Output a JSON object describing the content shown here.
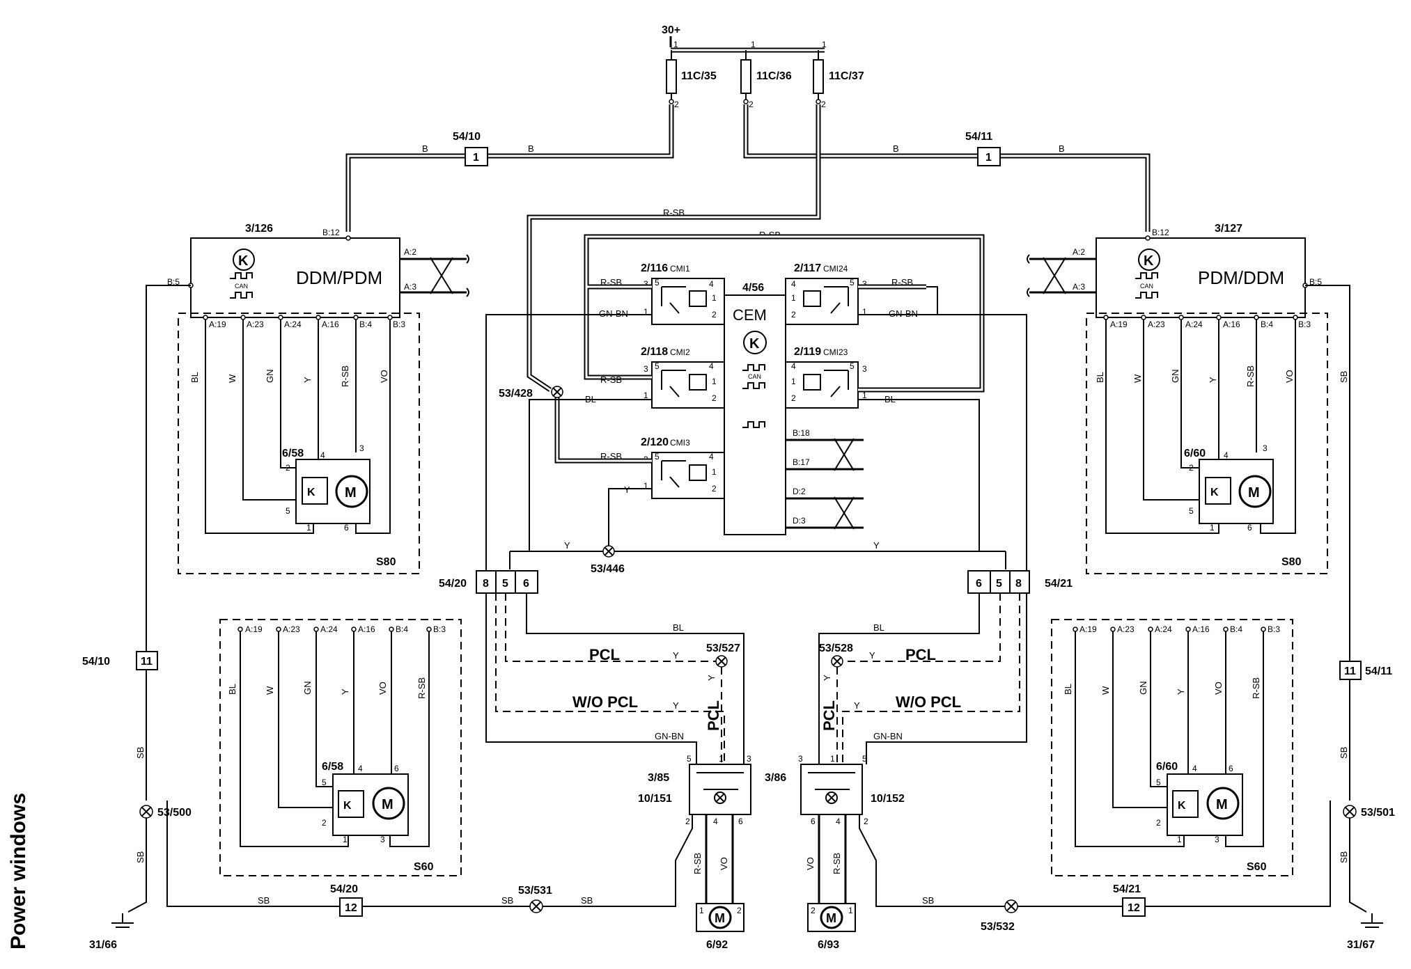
{
  "title": "Power windows",
  "supply": "30+",
  "fuses": [
    "11C/35",
    "11C/36",
    "11C/37"
  ],
  "connectors": {
    "c_54_10": "54/10",
    "c_54_11": "54/11",
    "c_54_20": "54/20",
    "c_54_21": "54/21",
    "pin1": "1",
    "pin11": "11",
    "pin12": "12",
    "pins_left": [
      "8",
      "5",
      "6"
    ],
    "pins_right": [
      "6",
      "5",
      "8"
    ]
  },
  "modules": {
    "left": {
      "id": "3/126",
      "name": "DDM/PDM"
    },
    "right": {
      "id": "3/127",
      "name": "PDM/DDM"
    },
    "cem": {
      "id": "4/56",
      "name": "CEM",
      "can": "CAN"
    }
  },
  "relays": [
    {
      "id": "2/116",
      "name": "CMI1"
    },
    {
      "id": "2/118",
      "name": "CMI2"
    },
    {
      "id": "2/120",
      "name": "CMI3"
    },
    {
      "id": "2/117",
      "name": "CMI24"
    },
    {
      "id": "2/119",
      "name": "CMI23"
    }
  ],
  "splices": [
    "53/428",
    "53/446",
    "53/527",
    "53/528",
    "53/500",
    "53/501",
    "53/531",
    "53/532"
  ],
  "grounds": [
    "31/66",
    "31/67"
  ],
  "switches": {
    "left": [
      "3/85",
      "10/151"
    ],
    "right": [
      "3/86",
      "10/152"
    ]
  },
  "motors": {
    "left": "6/92",
    "right": "6/93",
    "s80_left": "6/58",
    "s80_right": "6/60",
    "s60_left": "6/58",
    "s60_right": "6/60"
  },
  "variants": {
    "s80": "S80",
    "s60": "S60"
  },
  "options": {
    "pcl": "PCL",
    "wo_pcl": "W/O PCL"
  },
  "wire_colors": {
    "b": "B",
    "r_sb": "R-SB",
    "bl": "BL",
    "gn_bn": "GN-BN",
    "y": "Y",
    "sb": "SB",
    "w": "W",
    "gn": "GN",
    "vo": "VO"
  },
  "pin_labels": {
    "a19": "A:19",
    "a23": "A:23",
    "a24": "A:24",
    "a16": "A:16",
    "b4": "B:4",
    "b3": "B:3",
    "b12": "B:12",
    "b5": "B:5",
    "a2": "A:2",
    "a3": "A:3",
    "b18": "B:18",
    "b17": "B:17",
    "d2": "D:2",
    "d3": "D:3"
  }
}
